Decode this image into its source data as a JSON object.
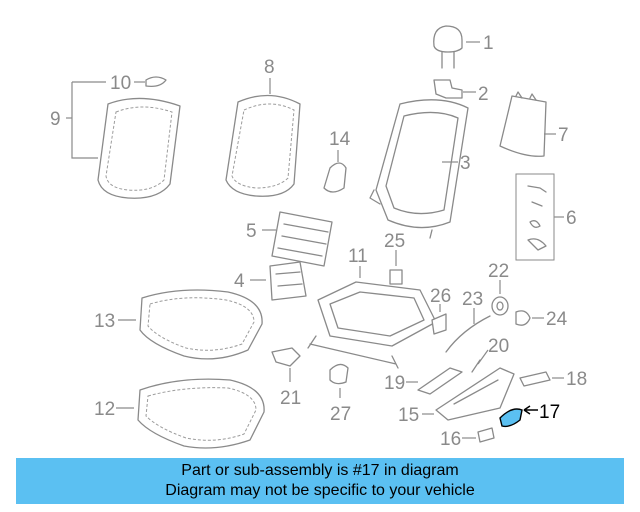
{
  "callouts": {
    "c1": "1",
    "c2": "2",
    "c3": "3",
    "c4": "4",
    "c5": "5",
    "c6": "6",
    "c7": "7",
    "c8": "8",
    "c9": "9",
    "c10": "10",
    "c11": "11",
    "c12": "12",
    "c13": "13",
    "c14": "14",
    "c15": "15",
    "c16": "16",
    "c17": "17",
    "c18": "18",
    "c19": "19",
    "c20": "20",
    "c21": "21",
    "c22": "22",
    "c23": "23",
    "c24": "24",
    "c25": "25",
    "c26": "26",
    "c27": "27"
  },
  "highlight": {
    "part_number": "17",
    "color": "#5bc0f2"
  },
  "banner": {
    "line1": "Part or sub-assembly is #17 in diagram",
    "line2": "Diagram may not be specific to your vehicle"
  }
}
